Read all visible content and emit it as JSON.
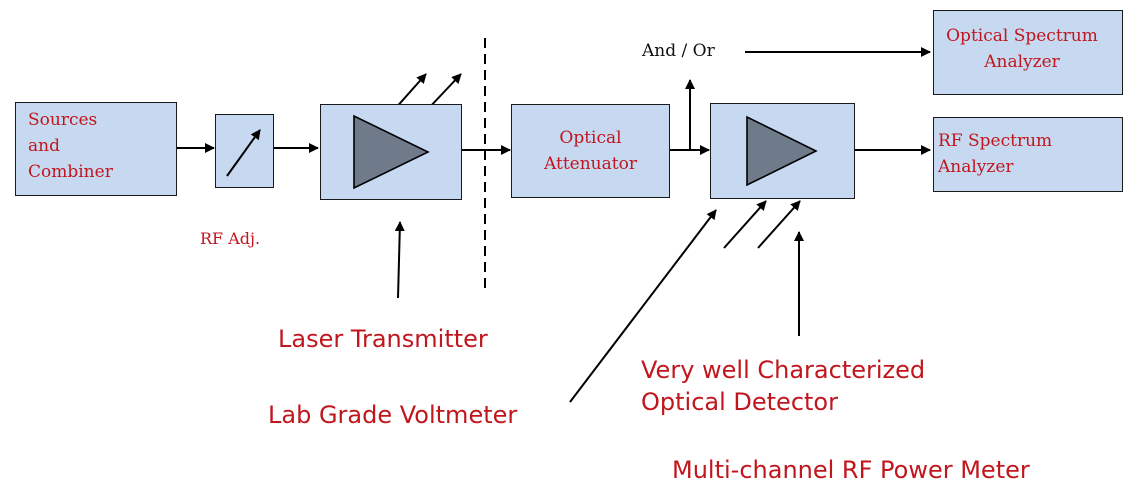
{
  "blocks": {
    "sources": "Sources\nand\nCombiner",
    "rf_adj": "RF Adj.",
    "optical_attenuator": "Optical\nAttenuator",
    "optical_spectrum_analyzer": "Optical Spectrum\nAnalyzer",
    "rf_spectrum_analyzer": "RF Spectrum\nAnalyzer"
  },
  "junction_label": "And / Or",
  "callouts": {
    "laser_transmitter": "Laser Transmitter",
    "lab_grade_voltmeter": "Lab Grade Voltmeter",
    "optical_detector": "Very well Characterized\nOptical Detector",
    "rf_power_meter": "Multi-channel RF Power Meter"
  },
  "colors": {
    "block_fill": "#c6d9f1",
    "amplifier_fill": "#6f7b8a",
    "label_red": "#c0161d",
    "line": "#000000"
  }
}
